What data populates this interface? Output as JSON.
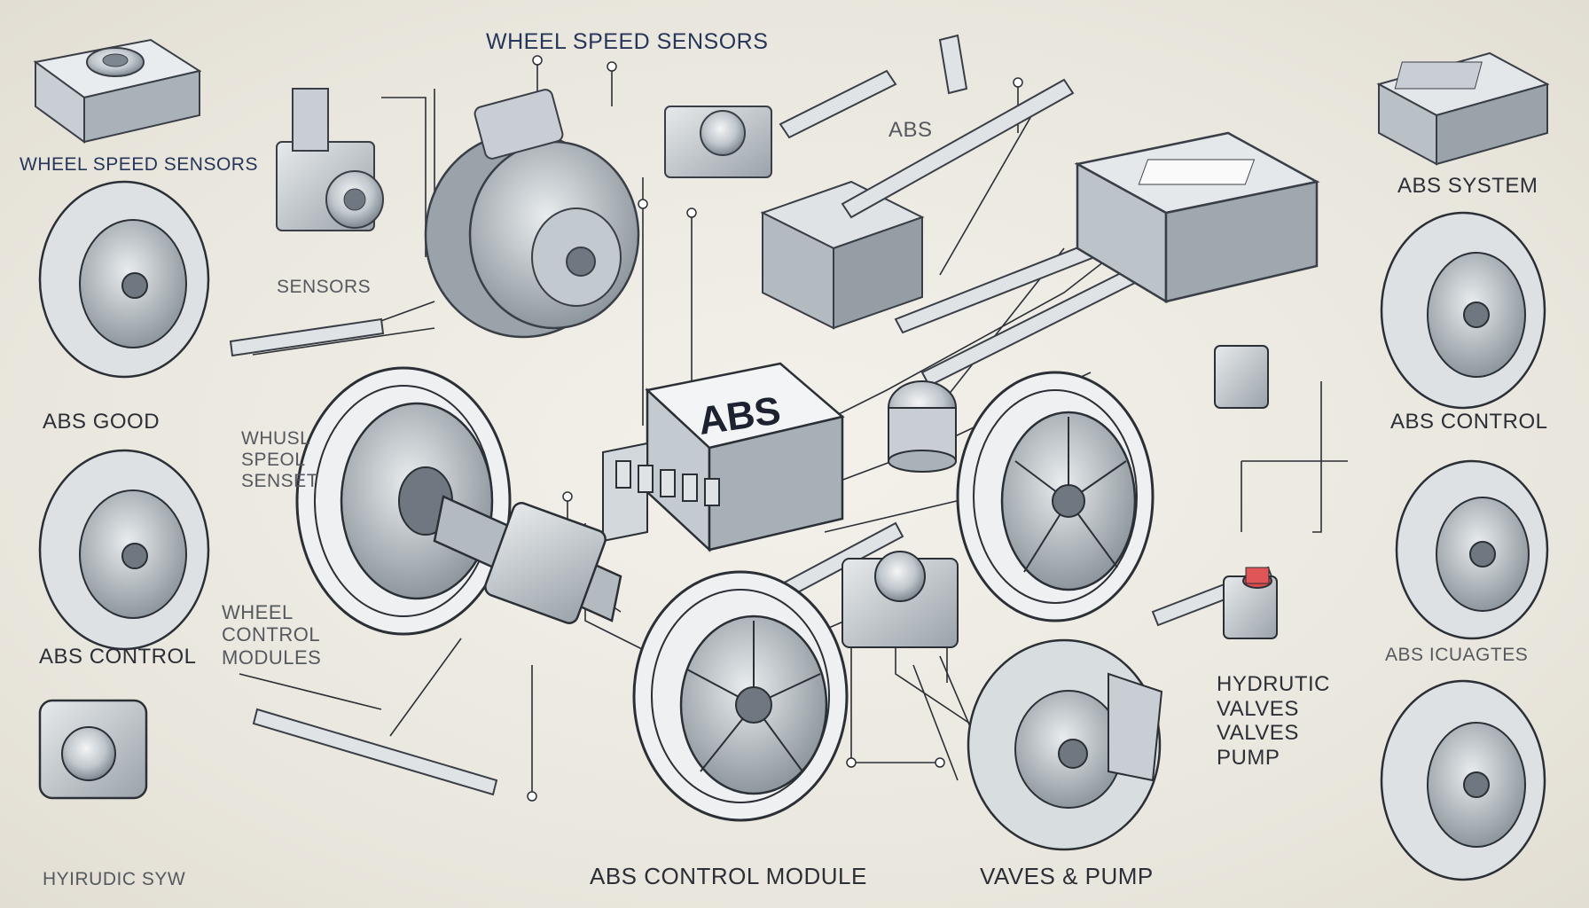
{
  "diagram": {
    "labels": {
      "top_center": "WHEEL SPEED SENSORS",
      "top_left": "WHEEL SPEED SENSORS",
      "abs_small": "ABS",
      "sensors": "SENSORS",
      "abs_system": "ABS SYSTEM",
      "abs_garbled": "ABS GOOD",
      "wheel_speed_sensor_lines": [
        "WHUSL",
        "SPEOL",
        "SENSET"
      ],
      "abs_control_right": "ABS CONTROL",
      "abs_control_left": "ABS CONTROL",
      "wheel_control_modules_lines": [
        "WHEEL",
        "CONTROL",
        "MODULES"
      ],
      "abs_icuagtes": "ABS ICUAGTES",
      "hydraulic_lines": [
        "HYDRUTIC",
        "VALVES",
        "VALVES",
        "PUMP"
      ],
      "hyirudic_syw": "HYIRUDIC SYW",
      "abs_control_module": "ABS CONTROL MODULE",
      "vaves_pump": "VAVES & PUMP",
      "module_badge": "ABS"
    }
  }
}
